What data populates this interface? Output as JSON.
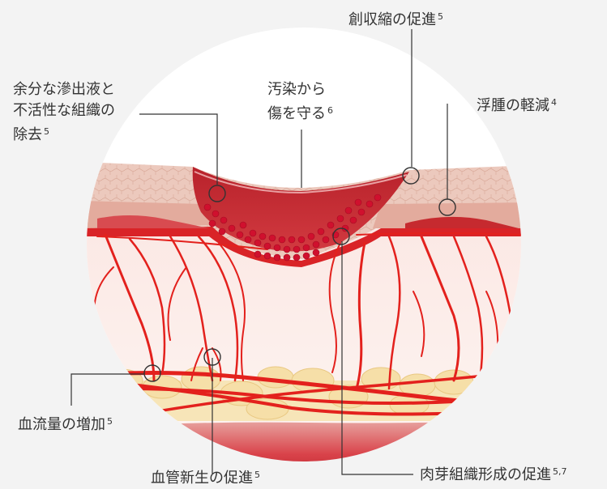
{
  "labels": {
    "wound_contraction": {
      "text": "創収縮の促進",
      "ref": "5"
    },
    "exudate_removal": {
      "lines": [
        "余分な滲出液と",
        "不活性な組織の",
        "除去"
      ],
      "ref": "5"
    },
    "infection_protection": {
      "lines": [
        "汚染から",
        "傷を守る"
      ],
      "ref": "6"
    },
    "edema_reduction": {
      "text": "浮腫の軽減",
      "ref": "4"
    },
    "blood_flow_increase": {
      "text": "血流量の増加",
      "ref": "5"
    },
    "angiogenesis": {
      "text": "血管新生の促進",
      "ref": "5"
    },
    "granulation": {
      "text": "肉芽組織形成の促進",
      "ref": "5,7"
    }
  },
  "colors": {
    "background": "#f3f3f3",
    "circle": "#ffffff",
    "skin_top": "#ecc9bd",
    "skin_mid": "#e3ab9d",
    "wound": "#c2272d",
    "vessel": "#e3211d",
    "fat": "#f6dfa8",
    "leader_line": "#333333"
  }
}
